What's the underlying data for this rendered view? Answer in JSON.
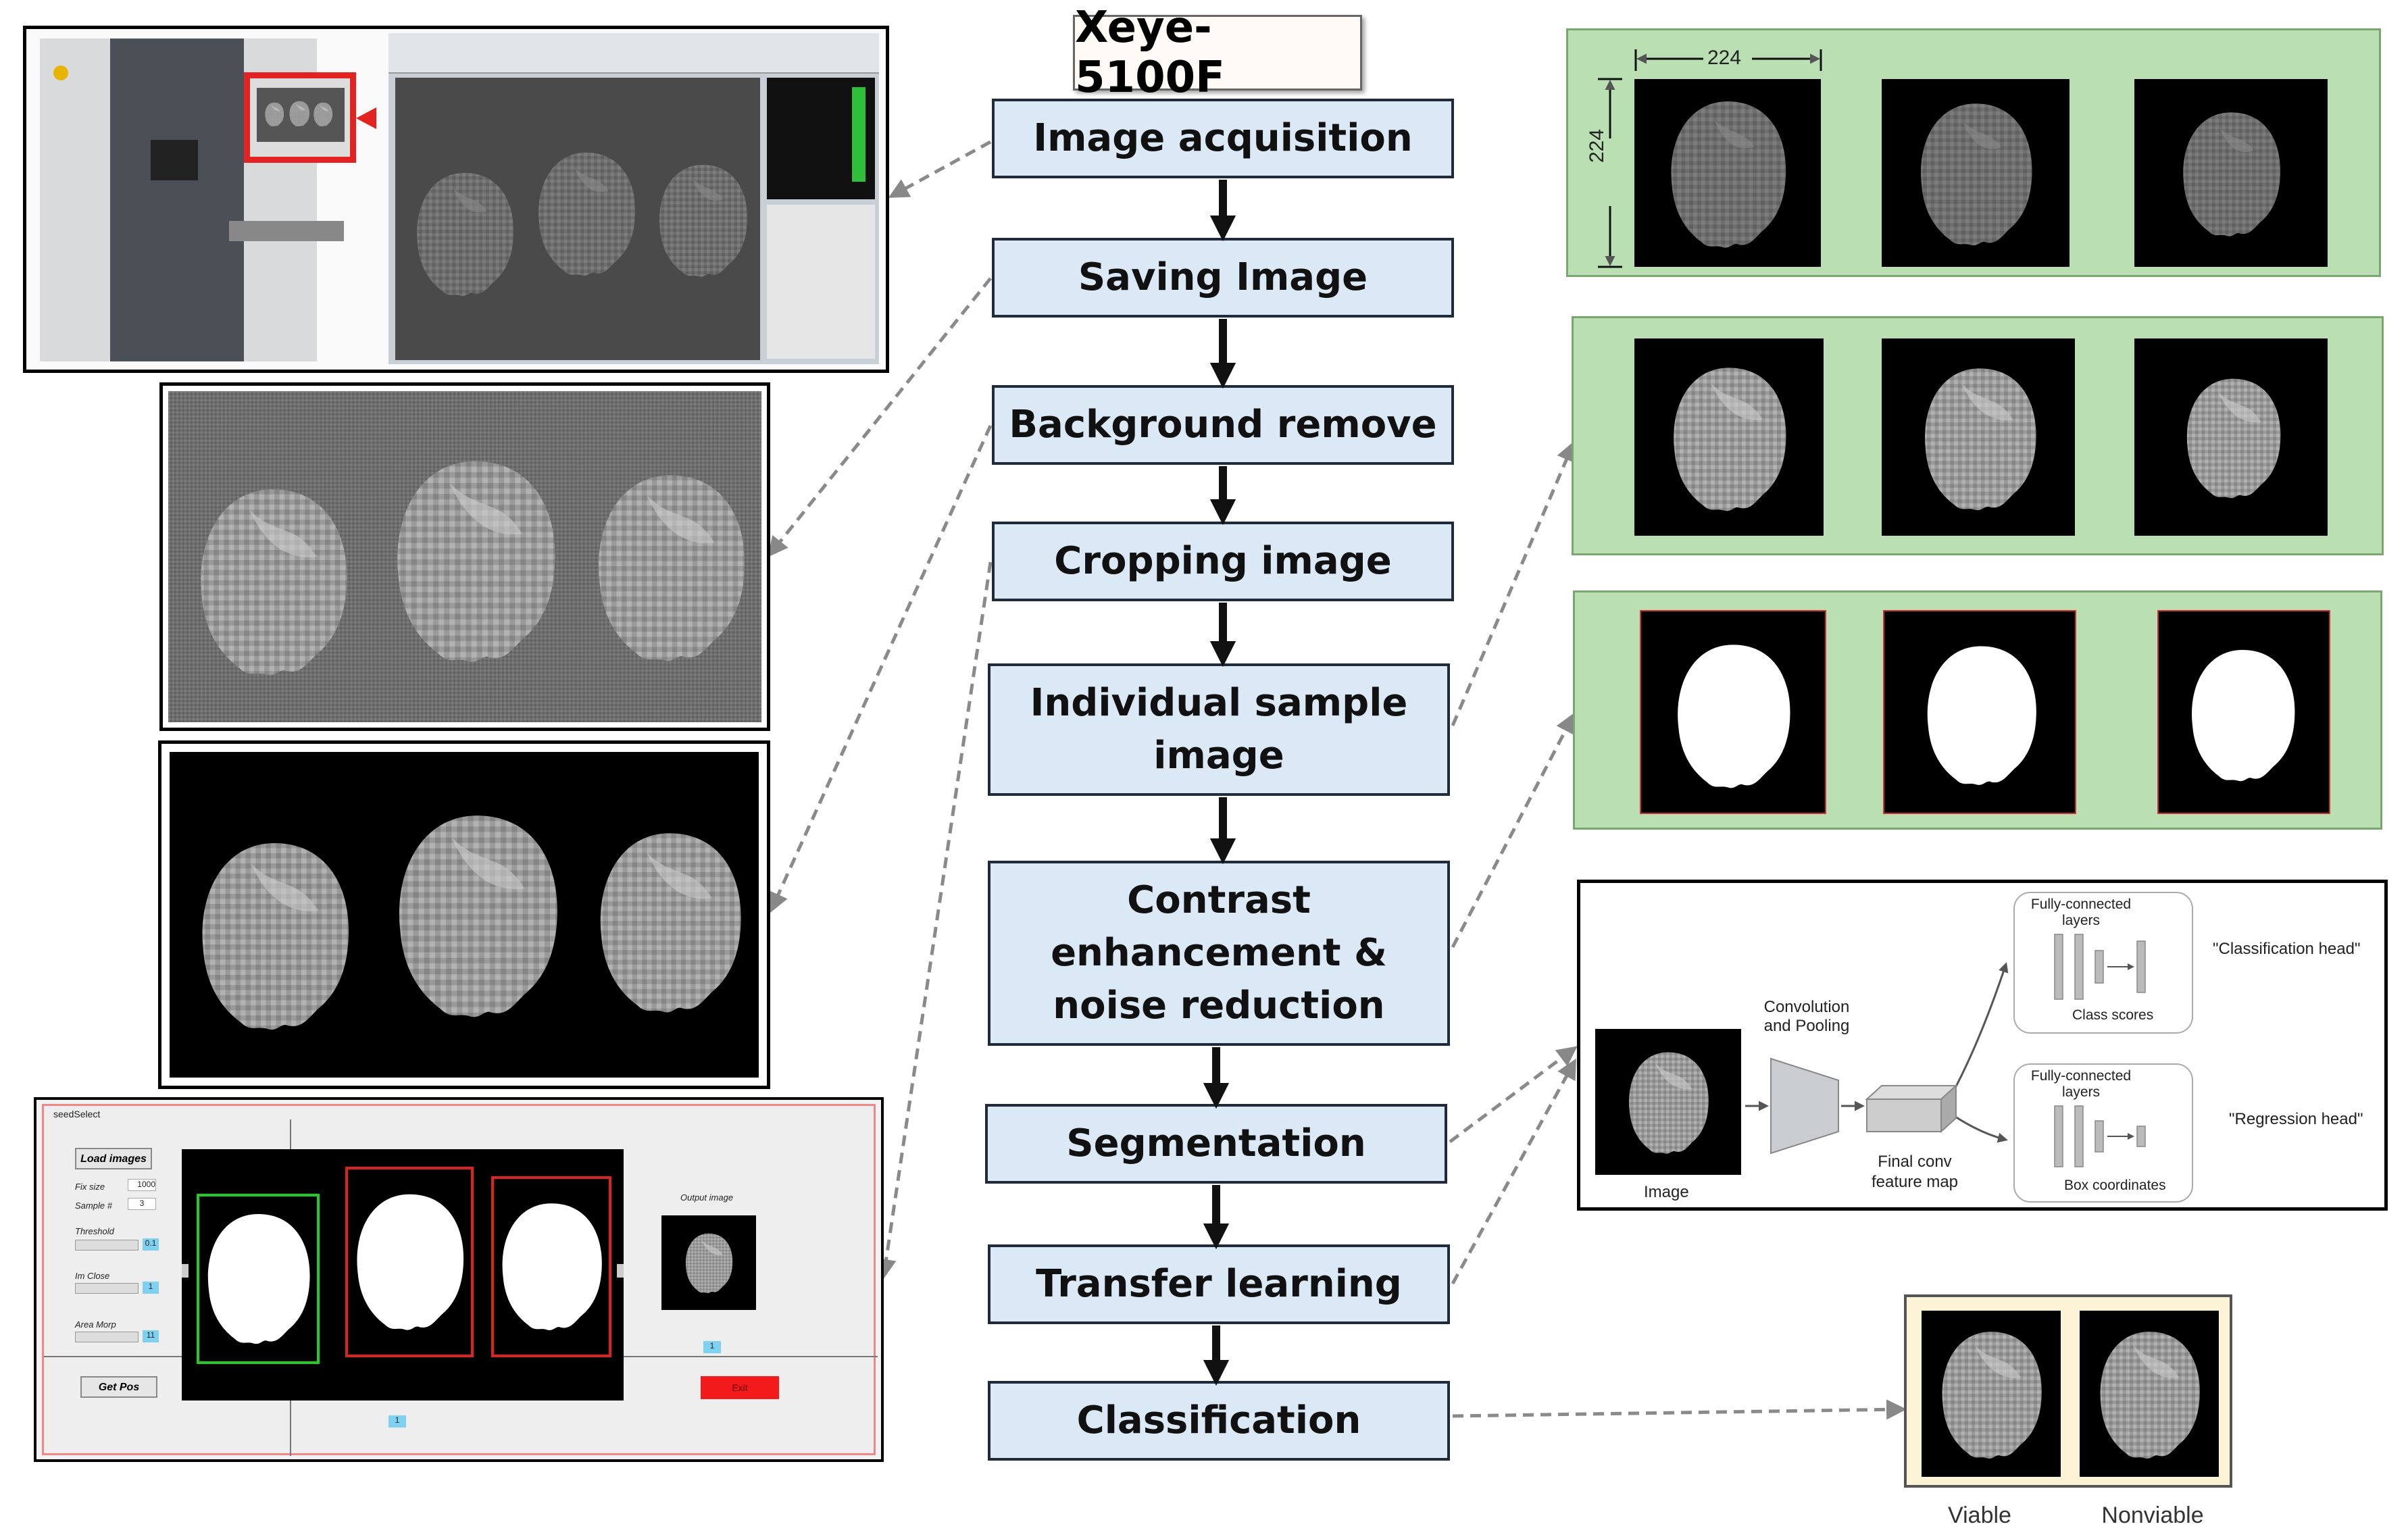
{
  "title": "Xeye-5100F",
  "steps": [
    "Image acquisition",
    "Saving Image",
    "Background remove",
    "Cropping image",
    "Individual sample\nimage",
    "Contrast\nenhancement &\nnoise reduction",
    "Segmentation",
    "Transfer learning",
    "Classification"
  ],
  "dimension_label": "224",
  "cnn": {
    "image_label": "Image",
    "conv_label": "Convolution\nand Pooling",
    "feature_label": "Final conv\nfeature map",
    "fc_label": "Fully-connected\nlayers",
    "class_scores": "Class scores",
    "box_coords": "Box coordinates",
    "class_head": "\"Classification head\"",
    "reg_head": "\"Regression head\""
  },
  "result_labels": [
    "Viable",
    "Nonviable"
  ],
  "software": {
    "window_title": "seedSelect",
    "load_button": "Load images",
    "fix_size_label": "Fix size",
    "fix_size_value": "1000",
    "sample_label": "Sample #",
    "sample_value": "3",
    "threshold_label": "Threshold",
    "threshold_value": "0.1",
    "im_close_label": "Im Close",
    "im_close_value": "1",
    "area_morph_label": "Area Morp",
    "area_morph_value": "11",
    "get_pos_button": "Get Pos",
    "output_label": "Output image",
    "exit_button": "Exit",
    "counter_top": "1",
    "counter_bottom": "1"
  },
  "colors": {
    "step_fill": "#dbe9f6",
    "green_panel": "#b9dfb3",
    "result_panel": "#fdf3d6",
    "arrow_dashed": "#8a8a8a"
  }
}
